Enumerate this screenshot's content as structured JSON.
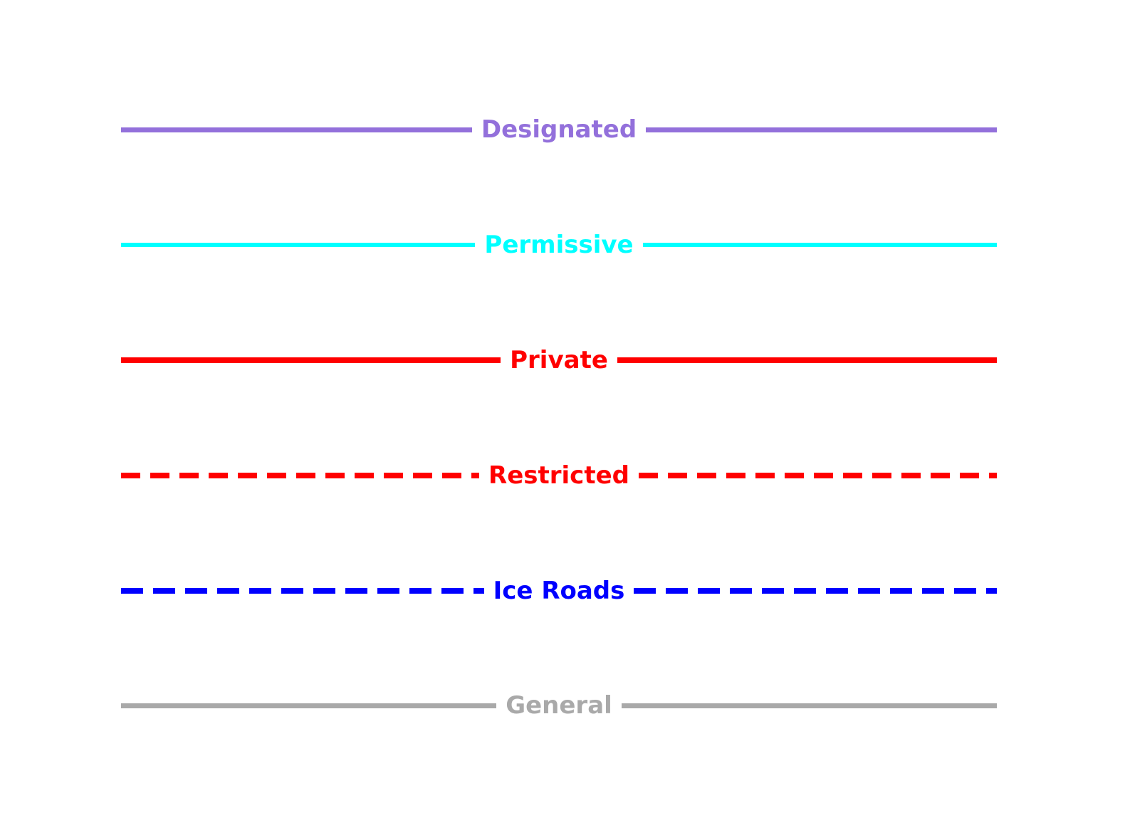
{
  "legend": {
    "items": [
      {
        "label": "Designated",
        "color": "#9370DB",
        "line_style": "solid",
        "line_width": 7,
        "dash_pattern": null
      },
      {
        "label": "Permissive",
        "color": "#00FFFF",
        "line_style": "solid",
        "line_width": 6,
        "dash_pattern": null
      },
      {
        "label": "Private",
        "color": "#FF0000",
        "line_style": "solid",
        "line_width": 8,
        "dash_pattern": null
      },
      {
        "label": "Restricted",
        "color": "#FF0000",
        "line_style": "dashed",
        "line_width": 8,
        "dash_pattern": [
          27,
          14
        ]
      },
      {
        "label": "Ice Roads",
        "color": "#0000FF",
        "line_style": "dashed",
        "line_width": 8,
        "dash_pattern": [
          31,
          14
        ]
      },
      {
        "label": "General",
        "color": "#A9A9A9",
        "line_style": "solid",
        "line_width": 7,
        "dash_pattern": null
      }
    ]
  },
  "chart_data": {
    "type": "line",
    "title": "",
    "description": "Road access type legend: six horizontal line style samples with centered labels",
    "legend_position": "full-width rows, labels centered",
    "legend_entries": [
      {
        "label": "Designated",
        "color": "#9370DB",
        "style": "solid"
      },
      {
        "label": "Permissive",
        "color": "#00FFFF",
        "style": "solid"
      },
      {
        "label": "Private",
        "color": "#FF0000",
        "style": "solid"
      },
      {
        "label": "Restricted",
        "color": "#FF0000",
        "style": "dashed"
      },
      {
        "label": "Ice Roads",
        "color": "#0000FF",
        "style": "dashed"
      },
      {
        "label": "General",
        "color": "#A9A9A9",
        "style": "solid"
      }
    ]
  }
}
